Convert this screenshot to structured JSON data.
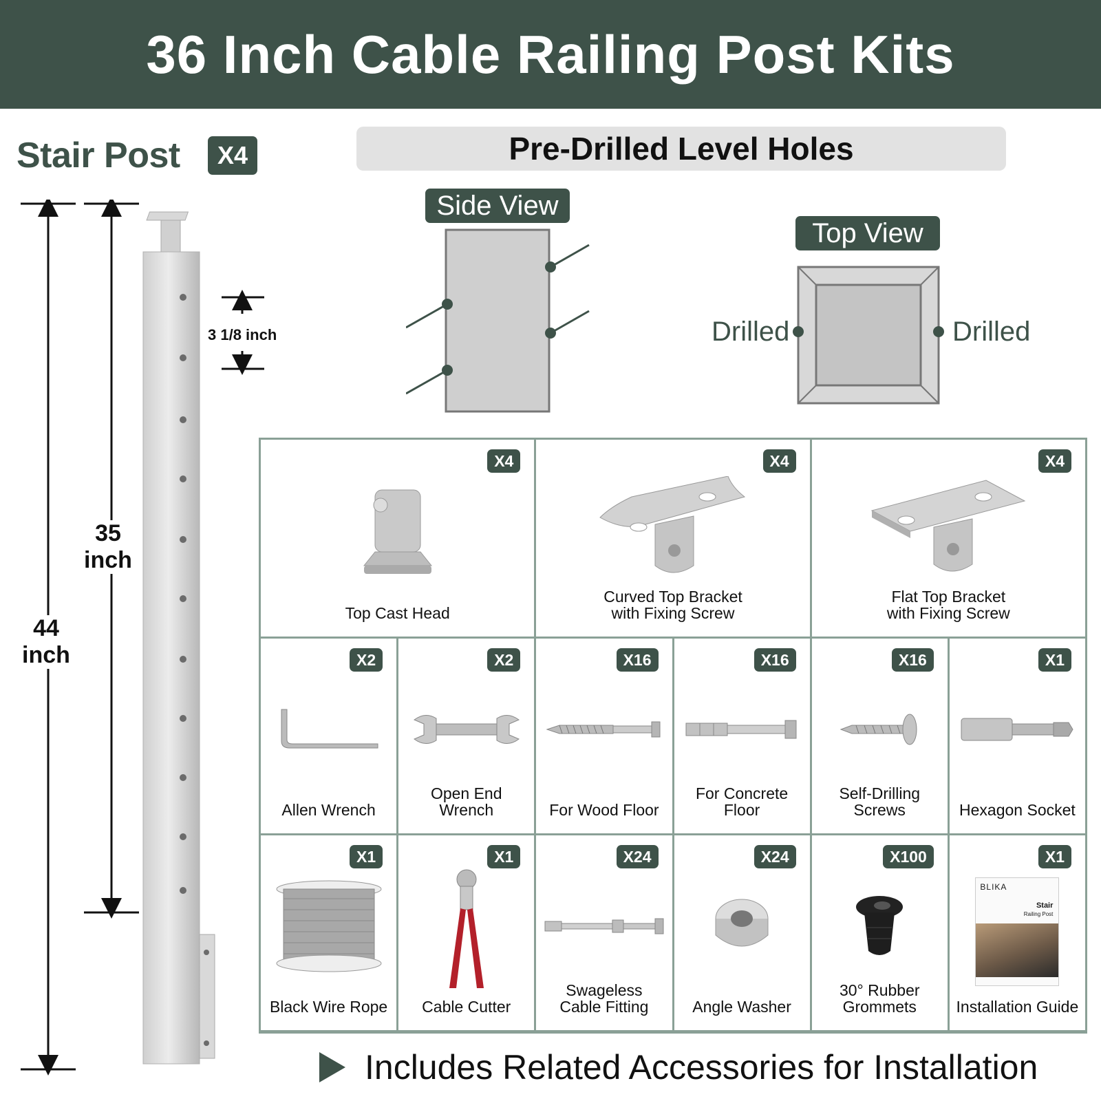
{
  "header": {
    "title": "36 Inch Cable Railing Post Kits"
  },
  "stair": {
    "title": "Stair Post",
    "qty": "X4"
  },
  "holes": {
    "banner": "Pre-Drilled Level Holes",
    "side_view_label": "Side View",
    "top_view_label": "Top View",
    "drilled_left": "Drilled",
    "drilled_right": "Drilled"
  },
  "dimensions": {
    "overall_value": "44",
    "overall_unit": "inch",
    "inner_value": "35",
    "inner_unit": "inch",
    "spacing": "3 1/8 inch"
  },
  "parts": [
    {
      "name": "Top Cast Head",
      "qty": "X4",
      "icon": "top-cast-head-icon"
    },
    {
      "name": "Curved Top Bracket\nwith Fixing Screw",
      "qty": "X4",
      "icon": "curved-bracket-icon"
    },
    {
      "name": "Flat Top Bracket\nwith Fixing Screw",
      "qty": "X4",
      "icon": "flat-bracket-icon"
    },
    {
      "name": "Allen Wrench",
      "qty": "X2",
      "icon": "allen-wrench-icon"
    },
    {
      "name": "Open End\nWrench",
      "qty": "X2",
      "icon": "open-end-wrench-icon"
    },
    {
      "name": "For Wood Floor",
      "qty": "X16",
      "icon": "lag-screw-icon"
    },
    {
      "name": "For Concrete\nFloor",
      "qty": "X16",
      "icon": "anchor-bolt-icon"
    },
    {
      "name": "Self-Drilling\nScrews",
      "qty": "X16",
      "icon": "self-drilling-screw-icon"
    },
    {
      "name": "Hexagon Socket",
      "qty": "X1",
      "icon": "hexagon-socket-icon"
    },
    {
      "name": "Black Wire Rope",
      "qty": "X1",
      "icon": "wire-rope-spool-icon"
    },
    {
      "name": "Cable Cutter",
      "qty": "X1",
      "icon": "cable-cutter-icon"
    },
    {
      "name": "Swageless\nCable Fitting",
      "qty": "X24",
      "icon": "cable-fitting-icon"
    },
    {
      "name": "Angle Washer",
      "qty": "X24",
      "icon": "angle-washer-icon"
    },
    {
      "name": "30° Rubber\nGrommets",
      "qty": "X100",
      "icon": "rubber-grommet-icon"
    },
    {
      "name": "Installation Guide",
      "qty": "X1",
      "icon": "installation-guide-icon"
    }
  ],
  "guide_cover": {
    "brand": "BLIKA",
    "title": "Stair",
    "subtitle": "Railing Post"
  },
  "footer": {
    "text": "Includes Related Accessories for Installation"
  },
  "colors": {
    "brand": "#3e5249",
    "frame": "#8aa096",
    "banner": "#e2e2e2"
  }
}
